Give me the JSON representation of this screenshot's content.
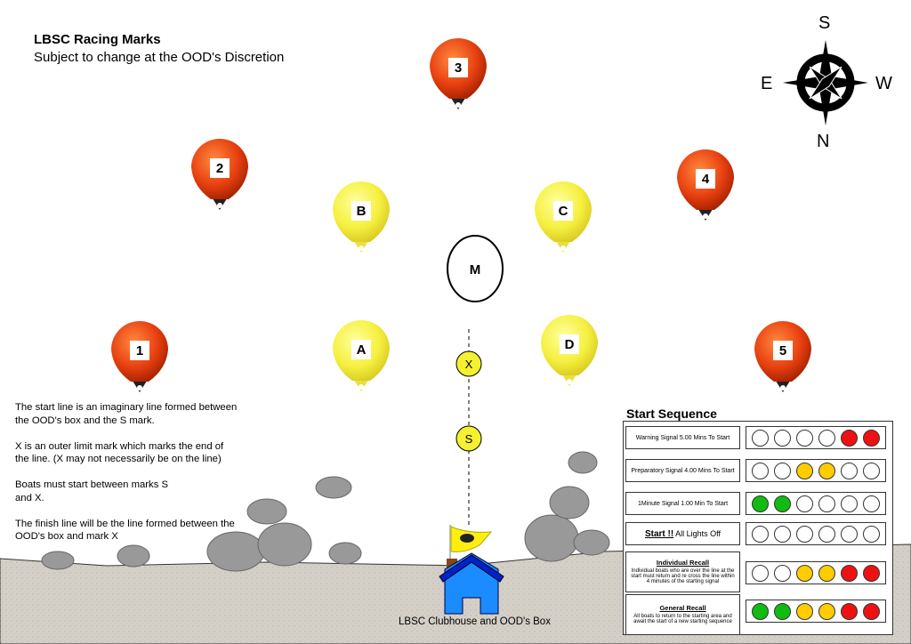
{
  "title": "LBSC Racing Marks",
  "subtitle": "Subject to change at the OOD's Discretion",
  "compass": {
    "north": "N",
    "south": "S",
    "east": "E",
    "west": "W"
  },
  "marks": {
    "red": [
      "1",
      "2",
      "3",
      "4",
      "5"
    ],
    "yellow": [
      "A",
      "B",
      "C",
      "D"
    ],
    "centre": "M",
    "outer_limit": "X",
    "start": "S"
  },
  "notes": [
    "The start line is an imaginary line formed between the OOD's box and  the S mark.",
    "X is an outer limit mark which marks the end of the line. (X may not necessarily be on the line)",
    "Boats must start between marks S and X.",
    "The finish line will be the line formed between the OOD's box and mark X"
  ],
  "clubhouse_label": "LBSC Clubhouse and OOD's Box",
  "start_sequence": {
    "title": "Start Sequence",
    "rows": [
      {
        "label": "Warning Signal 5.00 Mins To Start",
        "lights": [
          "off",
          "off",
          "off",
          "off",
          "red",
          "red"
        ]
      },
      {
        "label": "Preparatory Signal 4.00 Mins To Start",
        "lights": [
          "off",
          "off",
          "amber",
          "amber",
          "off",
          "off"
        ]
      },
      {
        "label": "1Minute Signal 1.00 Min To Start",
        "lights": [
          "green",
          "green",
          "off",
          "off",
          "off",
          "off"
        ]
      },
      {
        "heading": "Start !!",
        "label": "All Lights Off",
        "lights": [
          "off",
          "off",
          "off",
          "off",
          "off",
          "off"
        ]
      },
      {
        "heading": "Individual Recall",
        "label": "Individual boats who are over the line at the start must return and re cross the line within 4 minutes of the starting signal",
        "lights": [
          "off",
          "off",
          "amber",
          "amber",
          "red",
          "red"
        ]
      },
      {
        "heading": "General Recall",
        "label": "All boats to return to the starting area and await the start of a new starting sequence",
        "lights": [
          "green",
          "green",
          "amber",
          "amber",
          "red",
          "red"
        ]
      }
    ]
  },
  "colors": {
    "red": "#ee1111",
    "amber": "#ffcc00",
    "green": "#11bb11",
    "off": "#ffffff",
    "buoy_red": "#e84010",
    "buoy_yellow": "#f5f040",
    "house": "#1a8cff"
  }
}
